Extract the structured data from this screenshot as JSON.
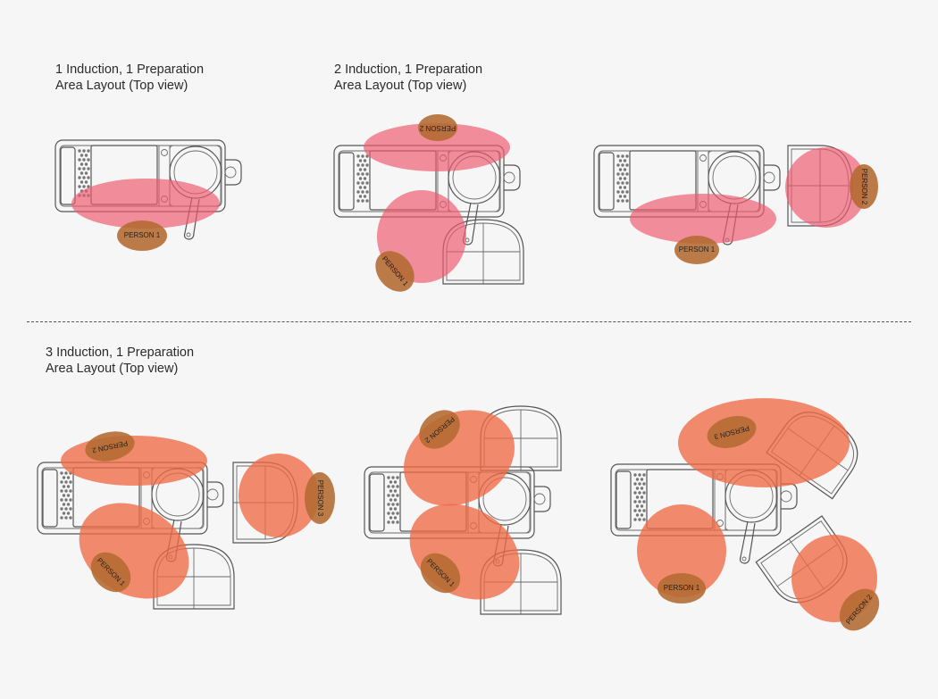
{
  "headings": {
    "layout1": {
      "line1": "1 Induction, 1 Preparation",
      "line2": "Area Layout (Top view)"
    },
    "layout2": {
      "line1": "2 Induction, 1 Preparation",
      "line2": "Area Layout (Top view)"
    },
    "layout3": {
      "line1": "3 Induction, 1 Preparation",
      "line2": "Area Layout (Top view)"
    }
  },
  "persons": {
    "p1": "PERSON 1",
    "p2": "PERSON 2",
    "p3": "PERSON 3"
  },
  "colors": {
    "pink_zone": "#ee5a6e",
    "orange_zone": "#f06a45",
    "person_marker": "#b36a30",
    "outline": "#555555",
    "background": "#f7f6f6"
  }
}
